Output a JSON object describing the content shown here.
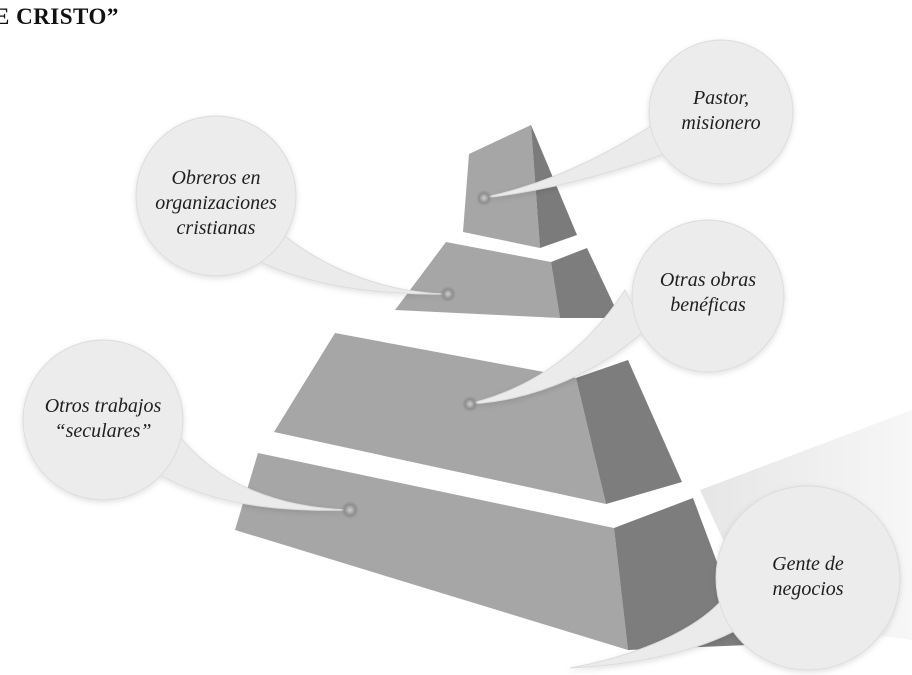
{
  "heading": "E CRISTO”",
  "colors": {
    "tier_front": "#a6a6a6",
    "tier_side": "#7d7d7d",
    "bubble_fill": "#ececec",
    "bubble_edge": "#dcdcdc",
    "text": "#1e1e1e"
  },
  "levels": [
    {
      "id": "pastor",
      "text": "Pastor,\nmisionero"
    },
    {
      "id": "obreros",
      "text": "Obreros en\norganizaciones\ncristianas"
    },
    {
      "id": "otras-obras",
      "text": "Otras obras\nbenéficas"
    },
    {
      "id": "otros-trabajos",
      "text": "Otros trabajos\n“seculares”"
    },
    {
      "id": "gente-negocios",
      "text": "Gente de\nnegocios"
    }
  ]
}
